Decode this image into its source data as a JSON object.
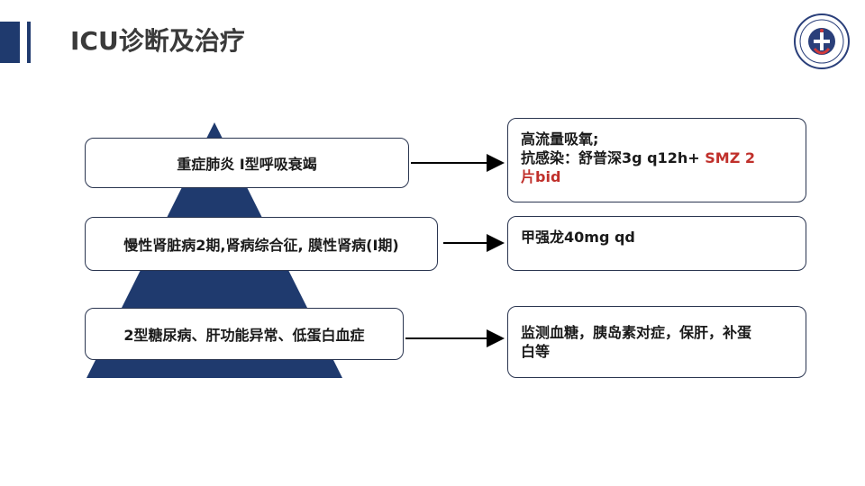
{
  "header": {
    "title": "ICU诊断及治疗"
  },
  "diagnoses": [
    {
      "label": "重症肺炎 I型呼吸衰竭"
    },
    {
      "label": "慢性肾脏病2期,肾病综合征, 膜性肾病(I期)"
    },
    {
      "label": "2型糖尿病、肝功能异常、低蛋白血症"
    }
  ],
  "treatments": {
    "t1": {
      "line1": "高流量吸氧;",
      "line2_prefix": "抗感染：舒普深3g q12h+ ",
      "line2_red": "SMZ 2",
      "line3_red": "片bid"
    },
    "t2": {
      "text": "甲强龙40mg qd"
    },
    "t3": {
      "line1": "监测血糖，胰岛素对症，保肝，补蛋",
      "line2": "白等"
    }
  },
  "colors": {
    "accent": "#1f3a6e",
    "pyramid": "#1f3a6e",
    "highlight": "#c0302b"
  },
  "logo": {
    "icon": "hospital-seal-icon"
  }
}
